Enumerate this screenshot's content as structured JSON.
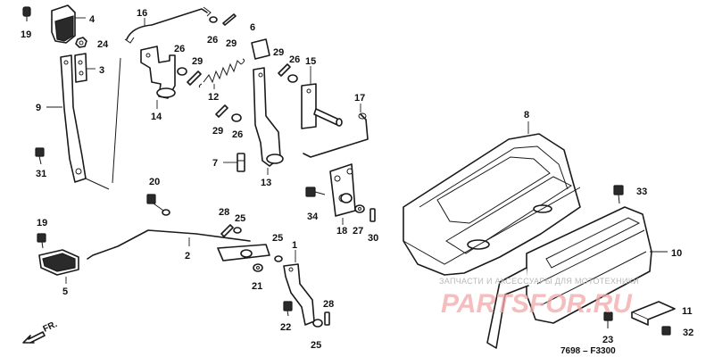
{
  "callouts": {
    "c1": "1",
    "c2": "2",
    "c3": "3",
    "c4": "4",
    "c5": "5",
    "c6": "6",
    "c7": "7",
    "c8": "8",
    "c9": "9",
    "c10": "10",
    "c11": "11",
    "c12": "12",
    "c13": "13",
    "c14": "14",
    "c15": "15",
    "c16": "16",
    "c17": "17",
    "c18": "18",
    "c19a": "19",
    "c19b": "19",
    "c20": "20",
    "c21": "21",
    "c22": "22",
    "c23": "23",
    "c24": "24",
    "c25a": "25",
    "c25b": "25",
    "c25c": "25",
    "c26a": "26",
    "c26b": "26",
    "c26c": "26",
    "c26d": "26",
    "c27": "27",
    "c28a": "28",
    "c28b": "28",
    "c29a": "29",
    "c29b": "29",
    "c29c": "29",
    "c29d": "29",
    "c30": "30",
    "c31": "31",
    "c32": "32",
    "c33": "33",
    "c34": "34"
  },
  "direction_label": "FR.",
  "diagram_code": "7698 – F3300",
  "watermark": {
    "line1": "ЗАПЧАСТИ И АКСЕССУАРЫ ДЛЯ МОТОТЕХНИКИ",
    "brand": "PARTSFOR.RU"
  },
  "colors": {
    "ink": "#1a1a1a",
    "watermark": "#f2a8a8"
  }
}
